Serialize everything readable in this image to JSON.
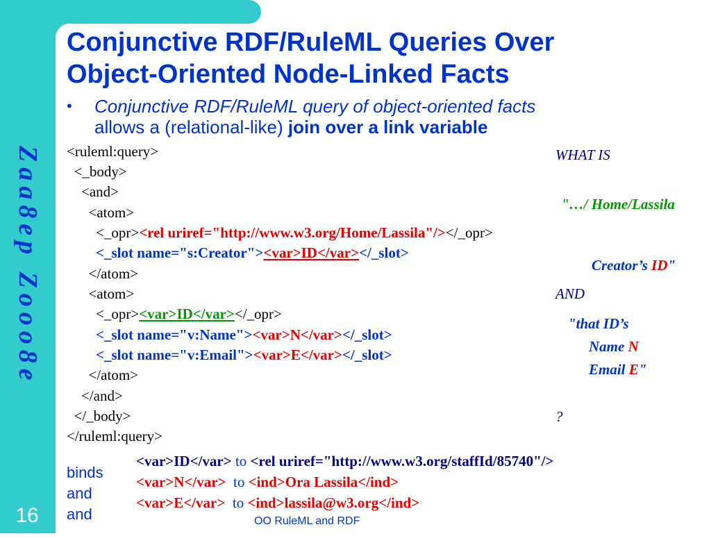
{
  "slide": {
    "sidebar_text": "Zaa8ep Zooo8e",
    "page_number": "16",
    "footer": "OO RuleML and RDF",
    "title_line1": "Conjunctive RDF/RuleML Queries Over",
    "title_line2": "Object-Oriented Node-Linked Facts",
    "bullet_mark": "•",
    "bullet_italic": "Conjunctive RDF/RuleML query of object-oriented facts",
    "bullet_line2_plain": "allows a (relational-like) ",
    "bullet_line2_bold": "join over a link variable"
  },
  "code": {
    "l1": "<ruleml:query>",
    "l2": "  <_body>",
    "l3": "    <and>",
    "l4": "      <atom>",
    "l5_a": "        <_opr>",
    "l5_b": "<rel uriref=\"http://www.w3.org/Home/Lassila\"/>",
    "l5_c": "</_opr>",
    "l6_a": "        <_slot name=\"s:Creator\">",
    "l6_b": "<var>ID</var>",
    "l6_c": "</_slot>",
    "l7": "      </atom>",
    "l8": "      <atom>",
    "l9_a": "        <_opr>",
    "l9_b": "<var>ID</var>",
    "l9_c": "</_opr>",
    "l10_a": "        <_slot name=\"v:Name\">",
    "l10_b": "<var>N</var>",
    "l10_c": "</_slot>",
    "l11_a": "        <_slot name=\"v:Email\">",
    "l11_b": "<var>E</var>",
    "l11_c": "</_slot>",
    "l12": "      </atom>",
    "l13": "    </and>",
    "l14": "  </_body>",
    "l15": "</ruleml:query>"
  },
  "notes": {
    "what_is": "WHAT IS",
    "home_lassila": "\"…/ Home/Lassila",
    "creators": "Creator’s ",
    "creators_id": "ID",
    "creators_end": "\"",
    "and": "AND",
    "that_ids": "\"that ID’s",
    "name": "Name ",
    "name_var": "N",
    "email": "Email ",
    "email_var": "E",
    "email_end": "\"",
    "question": "?"
  },
  "bindings": [
    {
      "keyword": "binds",
      "var": "<var>ID</var>",
      "to": " to ",
      "value": "<rel uriref=\"http://www.w3.org/staffId/85740\"/>"
    },
    {
      "keyword": "and",
      "var": "<var>N</var>",
      "to": "  to ",
      "value": "<ind>Ora Lassila</ind>"
    },
    {
      "keyword": "and",
      "var": "<var>E</var>",
      "to": "  to ",
      "value": "<ind>lassila@w3.org</ind>"
    }
  ],
  "colors": {
    "teal": "#33cccc",
    "blue": "#0033cc",
    "red": "#e60000",
    "green": "#009900",
    "navy": "#000080"
  }
}
